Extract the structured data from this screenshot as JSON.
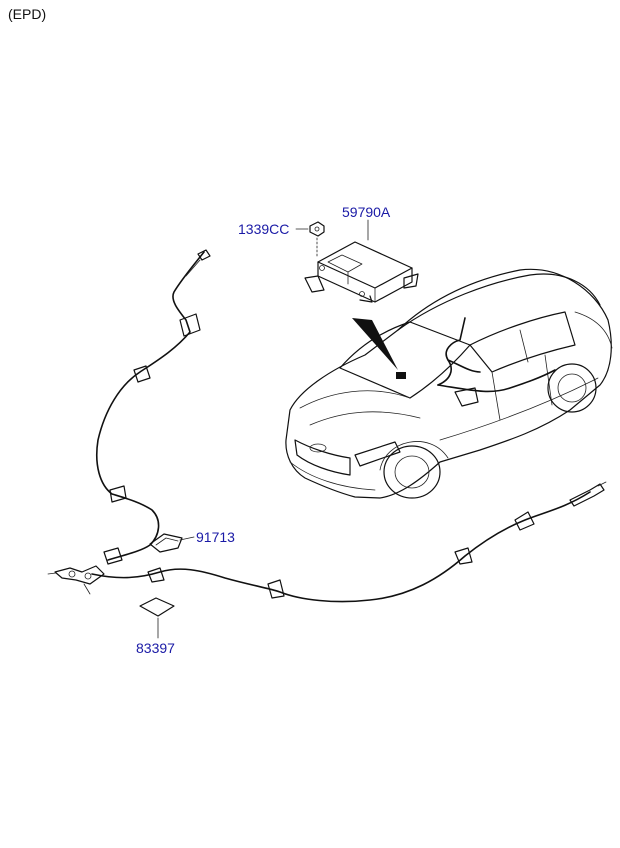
{
  "header": {
    "variant": "(EPD)"
  },
  "callouts": {
    "nut": "1339CC",
    "module": "59790A",
    "grommet": "91713",
    "label": "83397"
  }
}
